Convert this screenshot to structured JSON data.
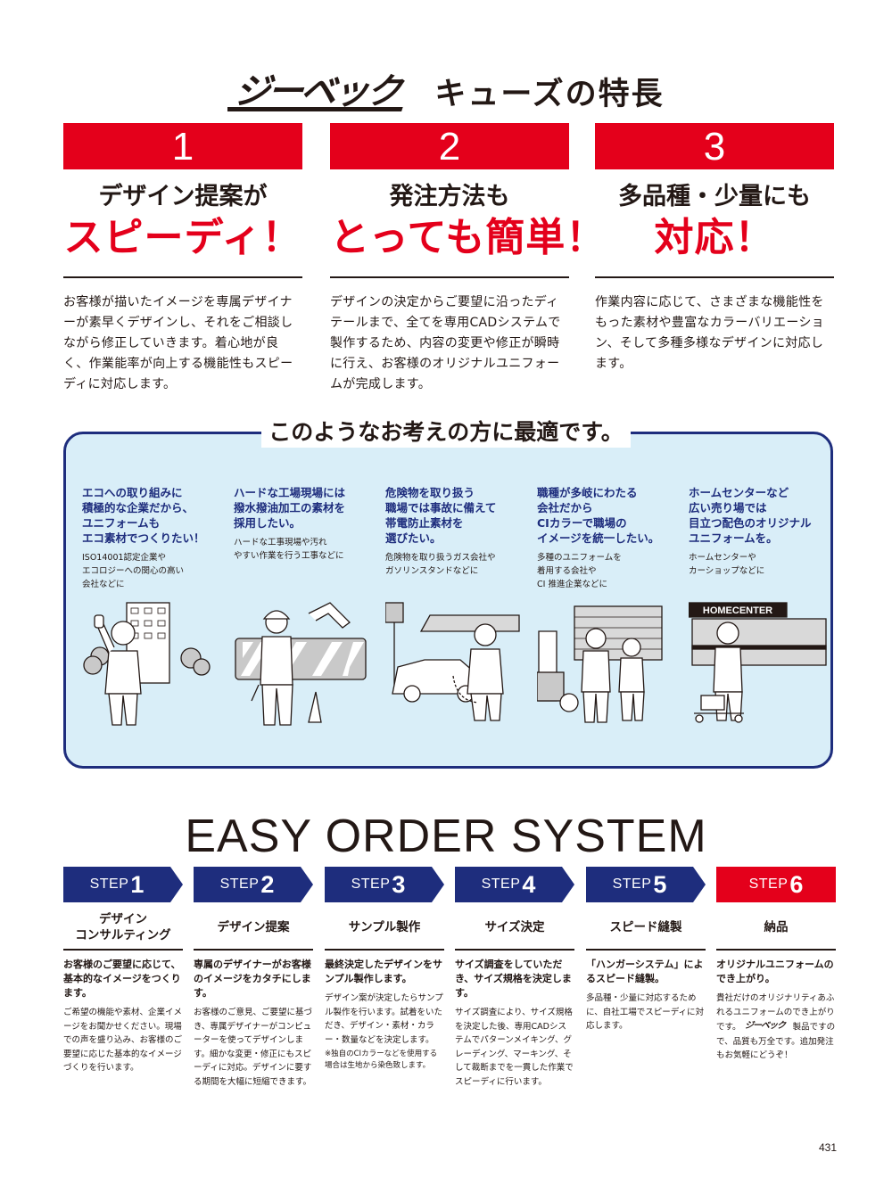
{
  "header": {
    "logo_text": "ジーベック",
    "title": "キューズの特長"
  },
  "features": [
    {
      "number": "1",
      "subtitle": "デザイン提案が",
      "headline": "スピーディ！",
      "description": "お客様が描いたイメージを専属デザイナーが素早くデザインし、それをご相談しながら修正していきます。着心地が良く、作業能率が向上する機能性もスピーディに対応します。"
    },
    {
      "number": "2",
      "subtitle": "発注方法も",
      "headline": "とっても簡単！",
      "description": "デザインの決定からご要望に沿ったディテールまで、全てを専用CADシステムで製作するため、内容の変更や修正が瞬時に行え、お客様のオリジナルユニフォームが完成します。"
    },
    {
      "number": "3",
      "subtitle": "多品種・少量にも",
      "headline": "対応！",
      "description": "作業内容に応じて、さまざまな機能性をもった素材や豊富なカラーバリエーション、そして多種多様なデザインに対応します。"
    }
  ],
  "suitable": {
    "heading": "このようなお考えの方に最適です。",
    "items": [
      {
        "lines": [
          "エコへの取り組みに",
          "積極的な企業だから、",
          "ユニフォームも",
          "エコ素材でつくりたい！"
        ],
        "note": [
          "ISO14001認定企業や",
          "エコロジーへの関心の高い",
          "会社などに"
        ]
      },
      {
        "lines": [
          "ハードな工場現場には",
          "撥水撥油加工の素材を",
          "採用したい。"
        ],
        "note": [
          "ハードな工事現場や汚れ",
          "やすい作業を行う工事などに"
        ]
      },
      {
        "lines": [
          "危険物を取り扱う",
          "職場では事故に備えて",
          "帯電防止素材を",
          "選びたい。"
        ],
        "note": [
          "危険物を取り扱うガス会社や",
          "ガソリンスタンドなどに"
        ]
      },
      {
        "lines": [
          "職種が多岐にわたる",
          "会社だから",
          "CIカラーで職場の",
          "イメージを統一したい。"
        ],
        "note": [
          "多種のユニフォームを",
          "着用する会社や",
          "CI 推進企業などに"
        ]
      },
      {
        "lines": [
          "ホームセンターなど",
          "広い売り場では",
          "目立つ配色のオリジナル",
          "ユニフォームを。"
        ],
        "note": [
          "ホームセンターや",
          "カーショップなどに"
        ]
      }
    ],
    "store_sign": "HOMECENTER"
  },
  "easy_order": {
    "title": "EASY ORDER SYSTEM",
    "step_word": "STEP",
    "steps": [
      {
        "num": "1",
        "name": "デザイン\nコンサルティング",
        "main": "お客様のご要望に応じて、基本的なイメージをつくります。",
        "detail": "ご希望の機能や素材、企業イメージをお聞かせください。現場での声を盛り込み、お客様のご要望に応じた基本的なイメージづくりを行います。",
        "small": ""
      },
      {
        "num": "2",
        "name": "デザイン提案",
        "main": "専属のデザイナーがお客様のイメージをカタチにします。",
        "detail": "お客様のご意見、ご要望に基づき、専属デザイナーがコンピューターを使ってデザインします。細かな変更・修正にもスピーディに対応。デザインに要する期間を大幅に短縮できます。",
        "small": ""
      },
      {
        "num": "3",
        "name": "サンプル製作",
        "main": "最終決定したデザインをサンプル製作します。",
        "detail": "デザイン案が決定したらサンプル製作を行います。試着をいただき、デザイン・素材・カラー・数量などを決定します。",
        "small": "※独自のCIカラーなどを使用する場合は生地から染色致します。"
      },
      {
        "num": "4",
        "name": "サイズ決定",
        "main": "サイズ調査をしていただき、サイズ規格を決定します。",
        "detail": "サイズ調査により、サイズ規格を決定した後、専用CADシステムでパターンメイキング、グレーディング、マーキング、そして裁断までを一貫した作業でスピーディに行います。",
        "small": ""
      },
      {
        "num": "5",
        "name": "スピード縫製",
        "main": "「ハンガーシステム」によるスピード縫製。",
        "detail": "多品種・少量に対応するために、自社工場でスピーディに対応します。",
        "small": ""
      },
      {
        "num": "6",
        "name": "納品",
        "main": "オリジナルユニフォームのでき上がり。",
        "detail": "貴社だけのオリジナリティあふれるユニフォームのでき上がりです。",
        "detail_logo": "ジーベック",
        "detail_after": "製品ですので、品質も万全です。追加発注もお気軽にどうぞ！",
        "small": ""
      }
    ]
  },
  "page_number": "431",
  "colors": {
    "red": "#e4001b",
    "navy": "#1e2d7d",
    "light_blue": "#d9eef8",
    "text": "#231815"
  }
}
